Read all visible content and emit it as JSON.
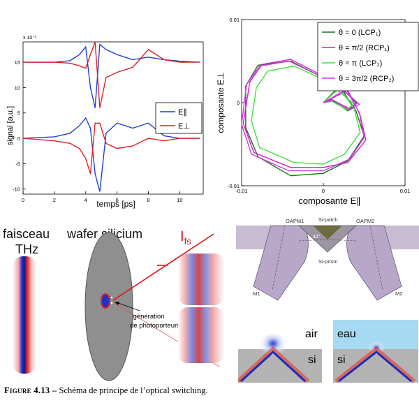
{
  "figure": {
    "caption_label": "Figure 4.13 –",
    "caption_text": " Schéma de principe de l’optical switching."
  },
  "top_left_plot": {
    "ylabel": "signal [a.u.]",
    "xlabel": "temps [ps]",
    "exponent_label": "x 10⁻³",
    "x_ticks": [
      "0",
      "2",
      "4",
      "6",
      "8",
      "10"
    ],
    "y_ticks": [
      "15",
      "10",
      "5",
      "0",
      "-5",
      "-10"
    ],
    "legend": [
      {
        "name": "E∥",
        "color": "#1f3fd6"
      },
      {
        "name": "E⊥",
        "color": "#e02020"
      }
    ]
  },
  "top_right_plot": {
    "ylabel": "composante E⊥",
    "xlabel": "composante E∥",
    "x_ticks": [
      "-0.01",
      "0",
      "0.01"
    ],
    "y_ticks": [
      "0.01",
      "0",
      "-0.01"
    ],
    "legend": [
      {
        "name": "θ = 0 (LCP₁)",
        "color": "#1f6d1f"
      },
      {
        "name": "θ = π/2 (RCP₁)",
        "color": "#d81ad8"
      },
      {
        "name": "θ = π (LCP₂)",
        "color": "#44dd44"
      },
      {
        "name": "θ = 3π/2 (RCP₂)",
        "color": "#c040d8"
      }
    ]
  },
  "chart_data": [
    {
      "type": "line",
      "xlabel": "temps [ps]",
      "ylabel": "signal [a.u.]",
      "xlim": [
        0,
        11.5
      ],
      "ylim": [
        -11,
        19
      ],
      "series": [
        {
          "name": "E∥ (upper)",
          "x": [
            0,
            2,
            3,
            3.6,
            4.0,
            4.3,
            4.6,
            4.9,
            5.3,
            6,
            7,
            8,
            9,
            10,
            11.3
          ],
          "y": [
            15,
            15,
            15.3,
            16.5,
            18,
            10,
            6,
            18.5,
            17.5,
            16.5,
            15.5,
            16,
            15.5,
            15.2,
            15
          ]
        },
        {
          "name": "E⊥ (upper)",
          "x": [
            0,
            2,
            3,
            3.6,
            4.0,
            4.3,
            4.6,
            4.9,
            5.3,
            6,
            7,
            8,
            9,
            10,
            11.3
          ],
          "y": [
            15,
            15,
            14.8,
            14.3,
            13.8,
            16.5,
            19,
            6,
            12,
            13,
            14,
            17.5,
            15.5,
            15,
            15
          ]
        },
        {
          "name": "E∥ (lower)",
          "x": [
            0,
            2,
            3,
            3.6,
            4.0,
            4.3,
            4.6,
            4.9,
            5.3,
            6,
            7,
            8,
            9,
            10,
            11.3
          ],
          "y": [
            0,
            0.3,
            1,
            2.5,
            4,
            2,
            -7,
            -10.5,
            1,
            3,
            2,
            3,
            0.5,
            0,
            0
          ]
        },
        {
          "name": "E⊥ (lower)",
          "x": [
            0,
            2,
            3,
            3.6,
            4.0,
            4.3,
            4.6,
            4.9,
            5.3,
            6,
            7,
            8,
            9,
            10,
            11.3
          ],
          "y": [
            0,
            -0.5,
            -1,
            -2,
            -4,
            -7,
            3,
            3,
            -1,
            -2,
            -1.5,
            0,
            -0.5,
            0,
            0
          ]
        }
      ]
    },
    {
      "type": "line",
      "xlabel": "composante E∥",
      "ylabel": "composante E⊥",
      "xlim": [
        -0.01,
        0.01
      ],
      "ylim": [
        -0.01,
        0.01
      ],
      "series": [
        {
          "name": "θ = 0 (LCP₁)",
          "x": [
            0.0,
            0.002,
            0.004,
            0.005,
            0.003,
            0.0,
            -0.004,
            -0.008,
            -0.0095,
            -0.0095,
            -0.008,
            -0.004,
            0.0,
            0.003,
            0.004,
            0.003,
            0.0012,
            0.0
          ],
          "y": [
            0.0,
            0.002,
            -0.001,
            -0.004,
            -0.007,
            -0.0085,
            -0.0088,
            -0.0065,
            -0.003,
            0.002,
            0.0045,
            0.005,
            0.003,
            0.001,
            0.0,
            -0.001,
            0.0002,
            0.0
          ]
        },
        {
          "name": "θ = π/2 (RCP₁)",
          "x": [
            0.0,
            0.003,
            0.0045,
            0.0052,
            0.003,
            0.0,
            -0.004,
            -0.0085,
            -0.0098,
            -0.009,
            -0.0075,
            -0.004,
            0.0,
            0.0028,
            0.0042,
            0.0033,
            0.001,
            0.0
          ],
          "y": [
            0.0,
            0.0015,
            -0.0015,
            -0.0045,
            -0.0072,
            -0.0078,
            -0.0078,
            -0.006,
            -0.0025,
            0.0025,
            0.0046,
            0.0052,
            0.0032,
            0.0012,
            0.0,
            -0.0008,
            0.0004,
            0.0
          ]
        },
        {
          "name": "θ = π (LCP₂)",
          "x": [
            0.0,
            0.002,
            0.0038,
            0.0045,
            0.0026,
            0.0,
            -0.0036,
            -0.0078,
            -0.0088,
            -0.0082,
            -0.0068,
            -0.0036,
            0.0,
            0.0026,
            0.0038,
            0.0028,
            0.001,
            0.0
          ],
          "y": [
            0.0,
            0.0018,
            -0.0008,
            -0.0036,
            -0.0062,
            -0.0074,
            -0.0072,
            -0.0054,
            -0.0022,
            0.0018,
            0.0038,
            0.0044,
            0.0028,
            0.0008,
            -0.0002,
            -0.0008,
            0.0002,
            0.0
          ]
        },
        {
          "name": "θ = 3π/2 (RCP₂)",
          "x": [
            0.0,
            0.0028,
            0.0044,
            0.005,
            0.0032,
            0.0,
            -0.0042,
            -0.0088,
            -0.01,
            -0.0094,
            -0.0078,
            -0.0042,
            0.0,
            0.003,
            0.0044,
            0.0032,
            0.0012,
            0.0
          ],
          "y": [
            0.0,
            0.0016,
            -0.0012,
            -0.0042,
            -0.0068,
            -0.0082,
            -0.0082,
            -0.0062,
            -0.0026,
            0.0022,
            0.0044,
            0.005,
            0.003,
            0.001,
            -0.0002,
            -0.0009,
            0.0003,
            0.0
          ]
        }
      ]
    }
  ],
  "bottom_left": {
    "label_beam_1": "faisceau",
    "label_beam_2": "THz",
    "label_wafer": "wafer silicium",
    "label_ifs_main": "I",
    "label_ifs_sub": "fs",
    "annotation_1": "génération",
    "annotation_2": "de photoporteurs"
  },
  "bottom_right": {
    "label_oapm1": "OAPM1",
    "label_oapm2": "OAPM2",
    "label_si_patch": "Si-patch",
    "label_si_prism": "Si-prism",
    "label_angle": "42°",
    "label_m1": "M1",
    "label_m2": "M2",
    "sim_left_top": "air",
    "sim_left_bottom": "si",
    "sim_right_top": "eau",
    "sim_right_bottom": "si"
  }
}
